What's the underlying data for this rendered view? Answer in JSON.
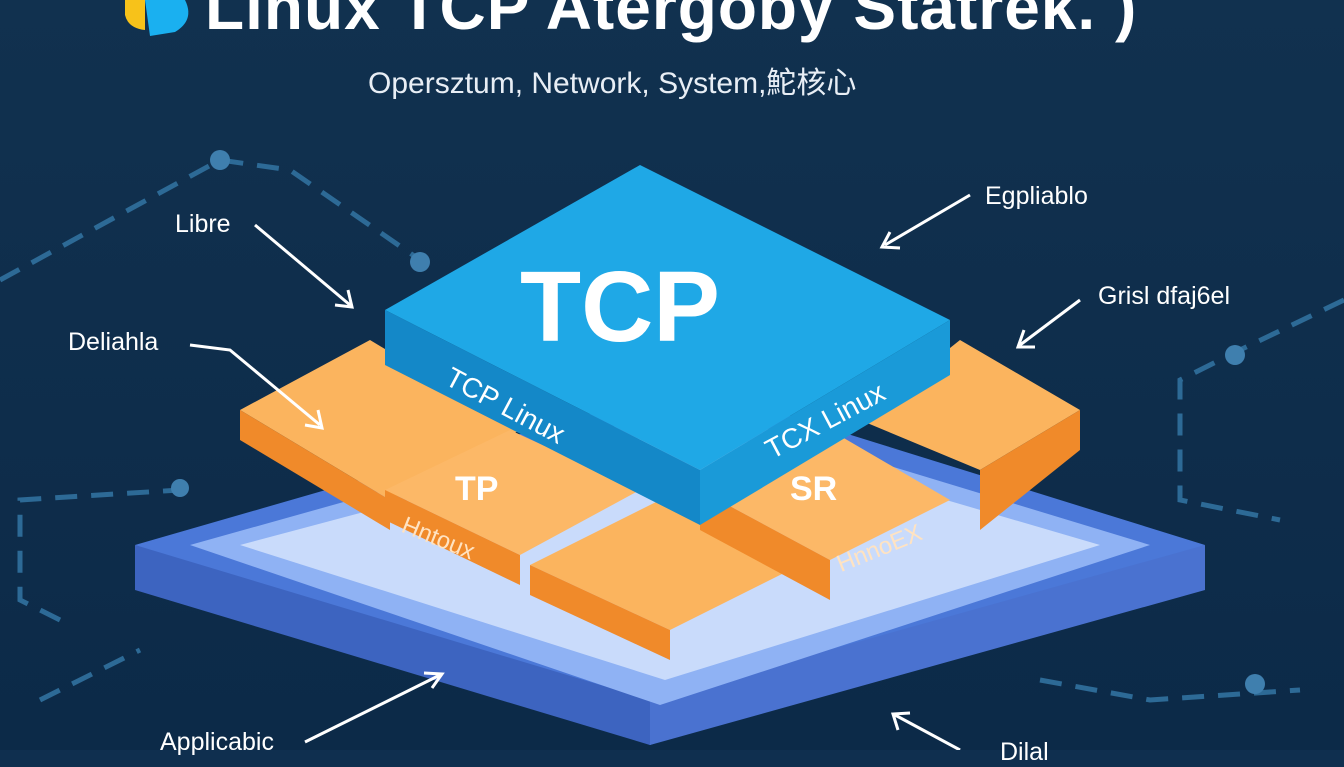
{
  "header": {
    "title": "Linux TCP Atergoby Statrek. )",
    "subtitle": "Opersztum, Network, System,鮀核心"
  },
  "diagram": {
    "top_block": {
      "label": "TCP",
      "side_left": "TCP Linux",
      "side_right": "TCX Linux"
    },
    "middle_tiles": [
      "TP",
      "SR",
      "Hntoux",
      "HnnoEX"
    ],
    "callouts": [
      "Libre",
      "Deliahla",
      "Egpliablo",
      "Grisl dfaj6el",
      "Applicabic",
      "Dilal"
    ]
  },
  "colors": {
    "background": "#0f2f4f",
    "top_block": "#1fa8e6",
    "middle_tiles": "#f59a3c",
    "base": "#5b8ff0",
    "logo_yellow": "#f7c21a",
    "logo_blue": "#1ab0f0"
  }
}
